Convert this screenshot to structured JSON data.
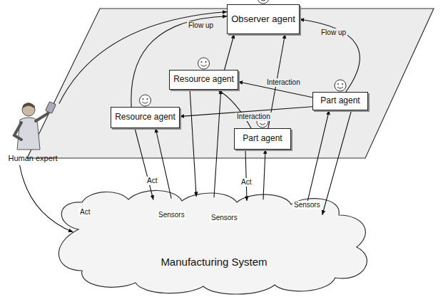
{
  "diagram": {
    "nodes": [
      {
        "text": [
          "Observer agent"
        ]
      },
      {
        "text": [
          "Resource agent"
        ]
      },
      {
        "text": [
          "Resource agent"
        ]
      },
      {
        "text": [
          "Part agent"
        ]
      },
      {
        "text": [
          "Part agent"
        ]
      },
      {
        "text": [
          "Manufacturing System"
        ]
      },
      {
        "text": [
          "Human expert"
        ]
      }
    ],
    "edges": [
      {
        "from": 2,
        "to": 0,
        "arrow": "to",
        "label": "Flow up"
      },
      {
        "from": 1,
        "to": 0,
        "arrow": "to"
      },
      {
        "from": 3,
        "to": 0,
        "arrow": "to",
        "label": "Flow up"
      },
      {
        "from": 4,
        "to": 0,
        "arrow": "to"
      },
      {
        "from": 6,
        "to": 0,
        "arrow": "to"
      },
      {
        "from": 3,
        "to": 1,
        "arrow": "to",
        "label": "Interaction"
      },
      {
        "from": 3,
        "to": 2,
        "arrow": "to"
      },
      {
        "from": 4,
        "to": 1,
        "arrow": "to",
        "label": "Interaction"
      },
      {
        "from": 2,
        "to": 5,
        "arrow": "to",
        "label": "Act"
      },
      {
        "from": 5,
        "to": 2,
        "arrow": "to",
        "label": "Sensors"
      },
      {
        "from": 1,
        "to": 5,
        "arrow": "to"
      },
      {
        "from": 5,
        "to": 1,
        "arrow": "to",
        "label": "Sensors"
      },
      {
        "from": 4,
        "to": 5,
        "arrow": "to",
        "label": "Act"
      },
      {
        "from": 5,
        "to": 4,
        "arrow": "to"
      },
      {
        "from": 5,
        "to": 3,
        "arrow": "to",
        "label": "Sensors"
      },
      {
        "from": 3,
        "to": 5,
        "arrow": "to"
      },
      {
        "from": 6,
        "to": 5,
        "arrow": "to",
        "label": "Act"
      }
    ]
  }
}
